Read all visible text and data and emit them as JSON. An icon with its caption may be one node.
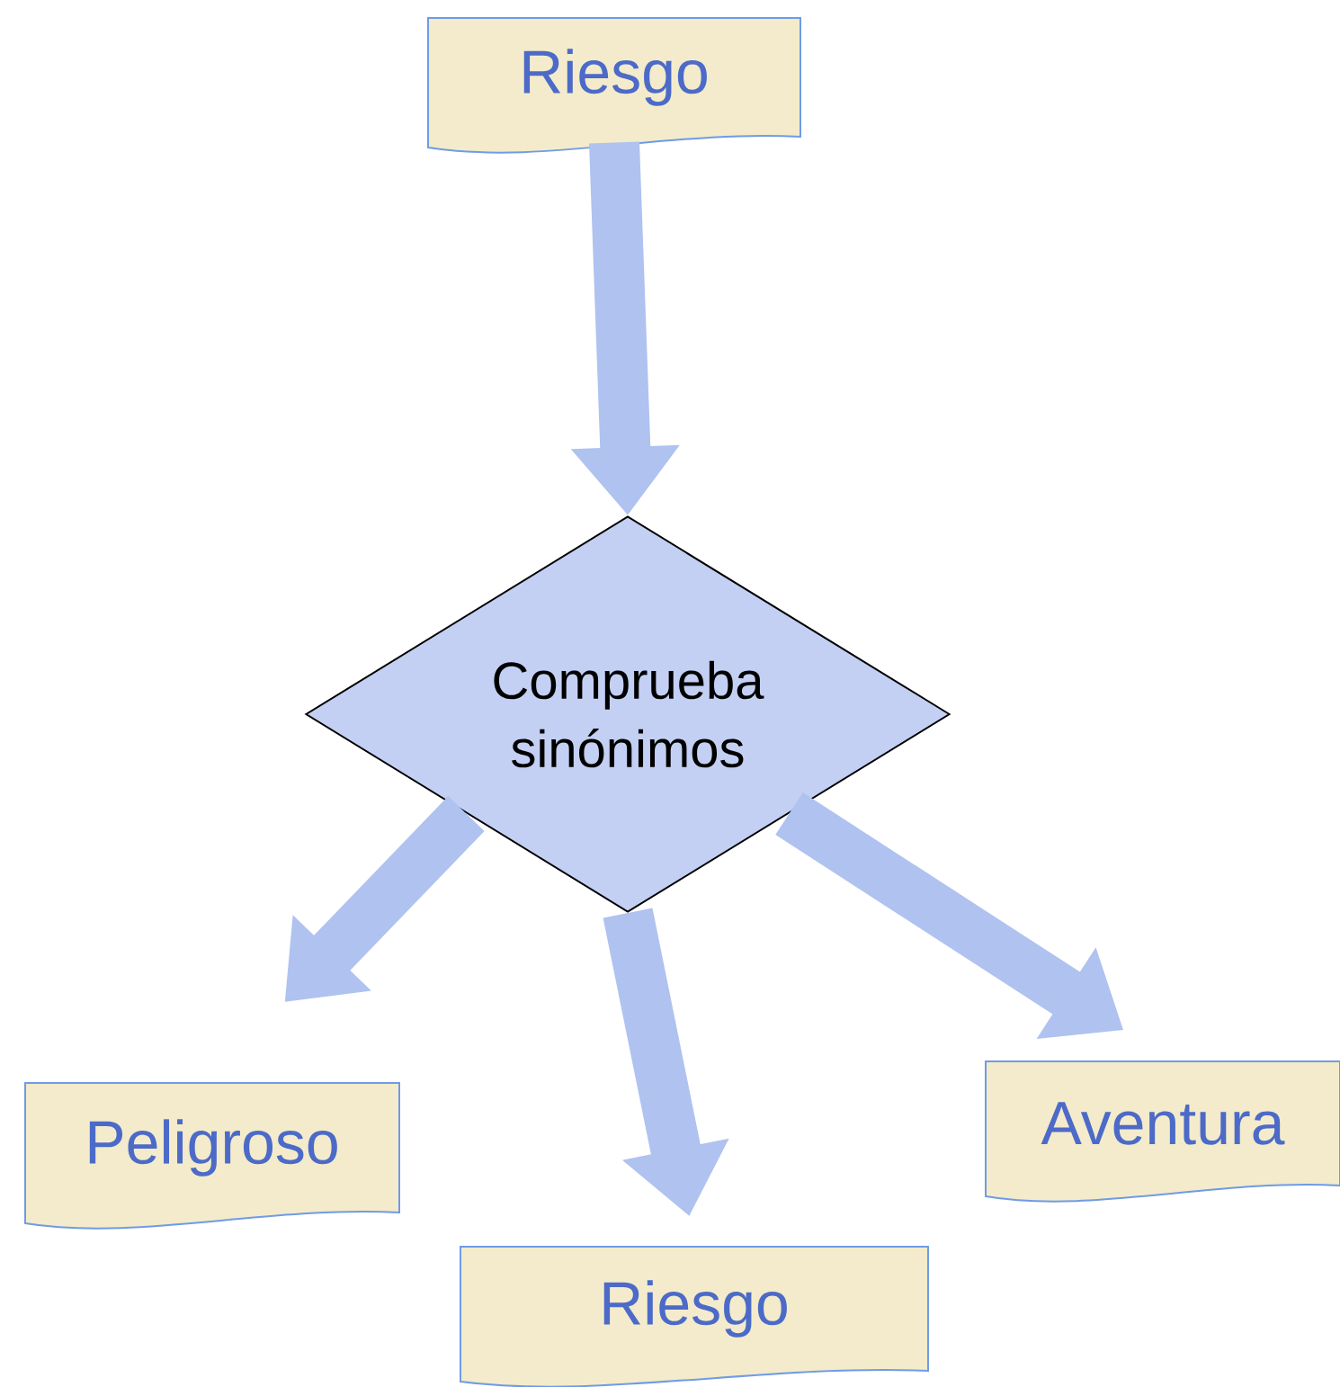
{
  "diagram": {
    "nodes": [
      {
        "text": [
          "Riesgo"
        ]
      },
      {
        "text": [
          "Comprueba sinónimos"
        ]
      },
      {
        "text": [
          "Peligroso"
        ]
      },
      {
        "text": [
          "Riesgo"
        ]
      },
      {
        "text": [
          "Aventura"
        ]
      }
    ],
    "edges": [
      {
        "from": 0,
        "to": 1,
        "arrow": "to"
      },
      {
        "from": 1,
        "to": 2,
        "arrow": "to"
      },
      {
        "from": 1,
        "to": 3,
        "arrow": "to"
      },
      {
        "from": 1,
        "to": 4,
        "arrow": "to"
      }
    ]
  }
}
